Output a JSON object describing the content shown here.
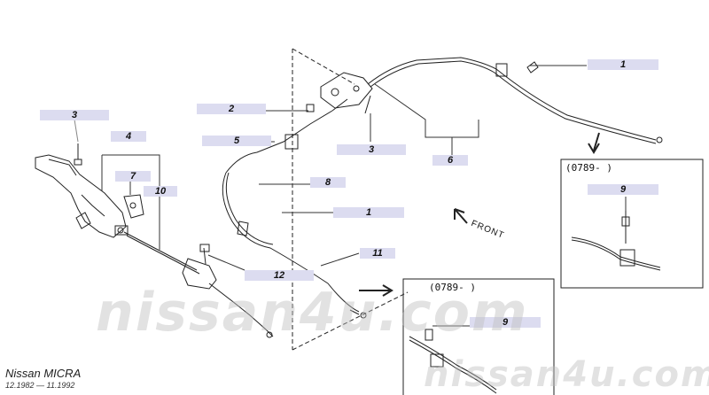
{
  "callouts": {
    "c1_top": "1",
    "c2": "2",
    "c3_left": "3",
    "c3_mid": "3",
    "c4": "4",
    "c5": "5",
    "c6": "6",
    "c7": "7",
    "c8": "8",
    "c10": "10",
    "c1_mid": "1",
    "c11": "11",
    "c12": "12",
    "c9_right": "9",
    "c9_bottom": "9"
  },
  "insets": {
    "right_code": "(0789-  )",
    "bottom_code": "(0789-  )"
  },
  "front_label": "FRONT",
  "watermark": {
    "large": "nissan4u.com",
    "small": "nissan4u.com"
  },
  "footer": {
    "model": "Nissan MICRA",
    "dates": "12.1982 — 11.1992"
  }
}
